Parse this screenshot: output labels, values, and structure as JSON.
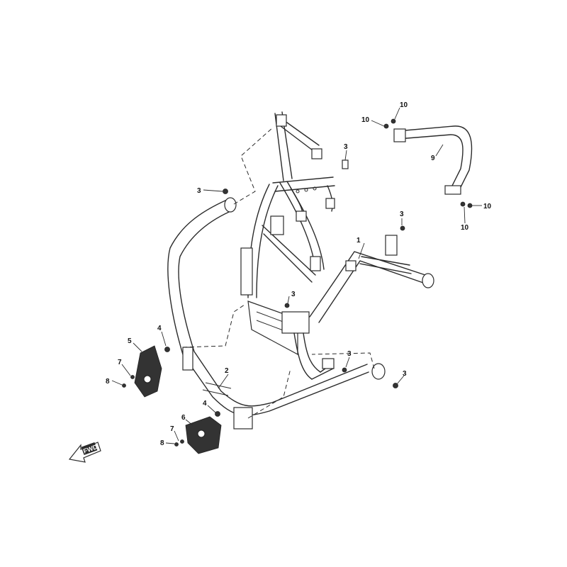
{
  "diagram": {
    "callouts": [
      {
        "id": "c1",
        "label": "1"
      },
      {
        "id": "c2",
        "label": "2"
      },
      {
        "id": "c3a",
        "label": "3"
      },
      {
        "id": "c3b",
        "label": "3"
      },
      {
        "id": "c3c",
        "label": "3"
      },
      {
        "id": "c3d",
        "label": "3"
      },
      {
        "id": "c3e",
        "label": "3"
      },
      {
        "id": "c3f",
        "label": "3"
      },
      {
        "id": "c4a",
        "label": "4"
      },
      {
        "id": "c4b",
        "label": "4"
      },
      {
        "id": "c5",
        "label": "5"
      },
      {
        "id": "c6",
        "label": "6"
      },
      {
        "id": "c7a",
        "label": "7"
      },
      {
        "id": "c7b",
        "label": "7"
      },
      {
        "id": "c8a",
        "label": "8"
      },
      {
        "id": "c8b",
        "label": "8"
      },
      {
        "id": "c9",
        "label": "9"
      },
      {
        "id": "c10a",
        "label": "10"
      },
      {
        "id": "c10b",
        "label": "10"
      },
      {
        "id": "c10c",
        "label": "10"
      },
      {
        "id": "c10d",
        "label": "10"
      }
    ],
    "direction_arrow_label": "FWD"
  }
}
